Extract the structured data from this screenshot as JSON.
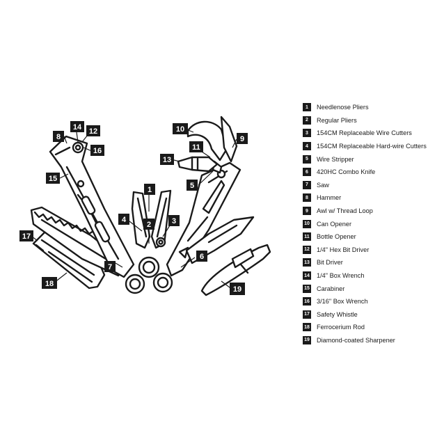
{
  "legend": {
    "items": [
      {
        "num": "1",
        "label": "Needlenose Pliers"
      },
      {
        "num": "2",
        "label": "Regular Pliers"
      },
      {
        "num": "3",
        "label": "154CM Replaceable Wire Cutters"
      },
      {
        "num": "4",
        "label": "154CM Replaceable Hard-wire Cutters"
      },
      {
        "num": "5",
        "label": "Wire Stripper"
      },
      {
        "num": "6",
        "label": "420HC Combo Knife"
      },
      {
        "num": "7",
        "label": "Saw"
      },
      {
        "num": "8",
        "label": "Hammer"
      },
      {
        "num": "9",
        "label": "Awl w/ Thread Loop"
      },
      {
        "num": "10",
        "label": "Can Opener"
      },
      {
        "num": "11",
        "label": "Bottle Opener"
      },
      {
        "num": "12",
        "label": "1/4\" Hex Bit Driver"
      },
      {
        "num": "13",
        "label": "Bit Driver"
      },
      {
        "num": "14",
        "label": "1/4\" Box Wrench"
      },
      {
        "num": "15",
        "label": "Carabiner"
      },
      {
        "num": "16",
        "label": "3/16\" Box Wrench"
      },
      {
        "num": "17",
        "label": "Safety Whistle"
      },
      {
        "num": "18",
        "label": "Ferrocerium Rod"
      },
      {
        "num": "19",
        "label": "Diamond-coated Sharpener"
      }
    ]
  },
  "callouts": {
    "c1": "1",
    "c2": "2",
    "c3": "3",
    "c4": "4",
    "c5": "5",
    "c6": "6",
    "c7": "7",
    "c8": "8",
    "c9": "9",
    "c10": "10",
    "c11": "11",
    "c12": "12",
    "c13": "13",
    "c14": "14",
    "c15": "15",
    "c16": "16",
    "c17": "17",
    "c18": "18",
    "c19": "19"
  },
  "colors": {
    "ink": "#1a1a1a",
    "paper": "#ffffff"
  }
}
